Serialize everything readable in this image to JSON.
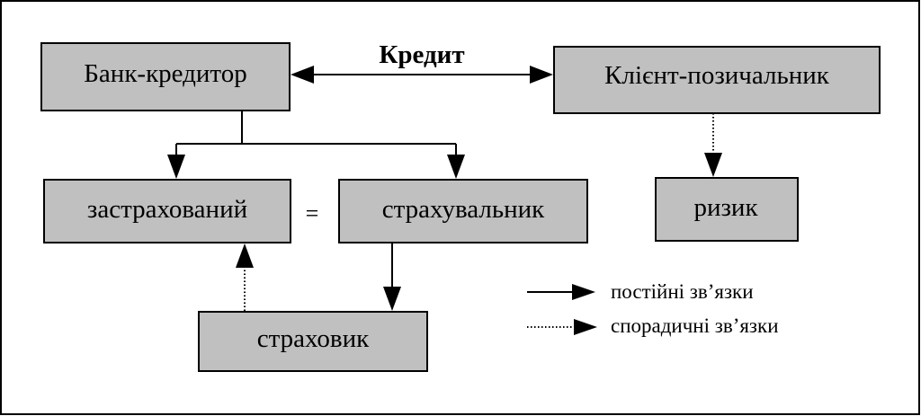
{
  "diagram": {
    "nodes": {
      "bank": "Банк-кредитор",
      "client": "Клієнт-позичальник",
      "insured": "застрахований",
      "insurer": "страхувальник",
      "risk": "ризик",
      "underwriter": "страховик"
    },
    "edge_label_credit": "Кредит",
    "equals_sign": "=",
    "legend": {
      "permanent": "постійні зв’язки",
      "sporadic": "спорадичні зв’язки"
    }
  }
}
